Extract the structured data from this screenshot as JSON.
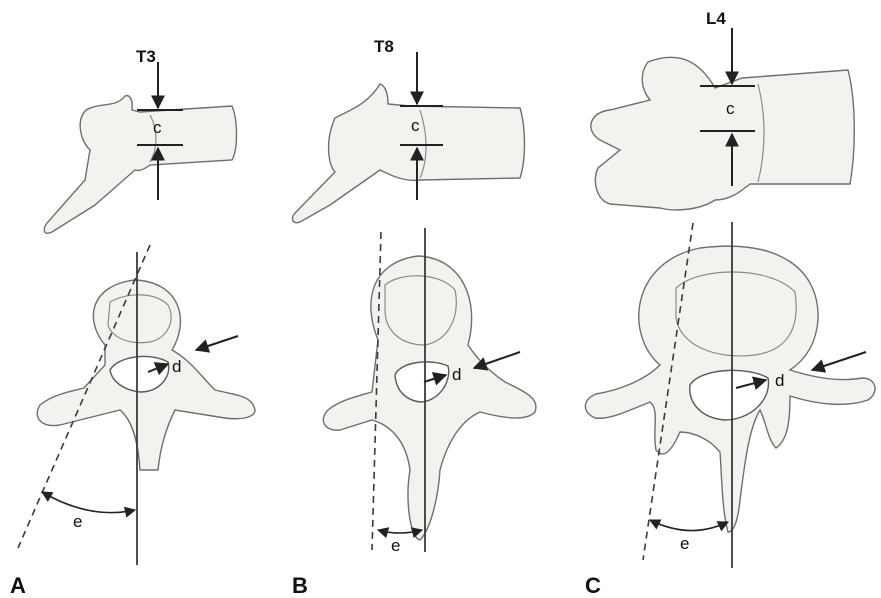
{
  "figure": {
    "panels": [
      {
        "id": "A",
        "level": "T3",
        "height_label": "c",
        "canal_label": "d",
        "angle_label": "e"
      },
      {
        "id": "B",
        "level": "T8",
        "height_label": "c",
        "canal_label": "d",
        "angle_label": "e"
      },
      {
        "id": "C",
        "level": "L4",
        "height_label": "c",
        "canal_label": "d",
        "angle_label": "e"
      }
    ]
  }
}
